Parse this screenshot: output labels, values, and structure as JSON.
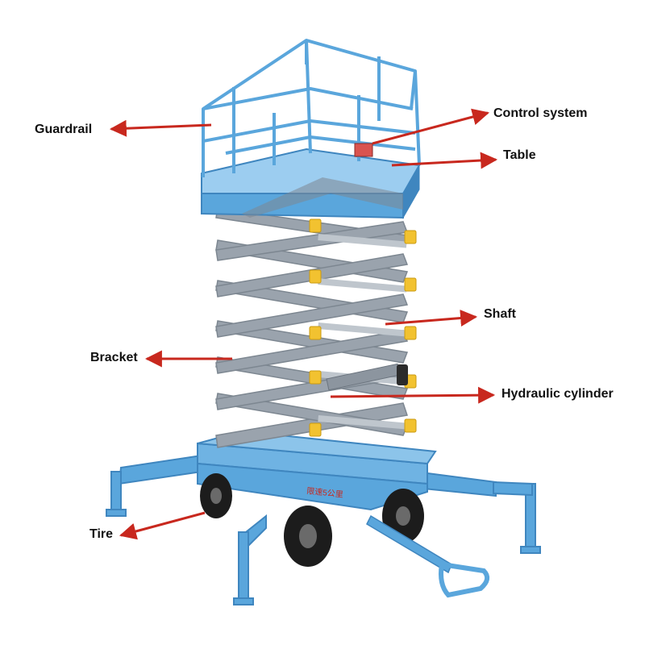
{
  "colors": {
    "frame_blue": "#5aa6dc",
    "frame_blue_dark": "#3f86bf",
    "scissor_gray": "#9aa3ad",
    "scissor_gray_dark": "#7d8791",
    "end_cap_yellow": "#f2c230",
    "tire_black": "#1c1c1c",
    "arrow_red": "#c8281e"
  },
  "labels": {
    "guardrail": "Guardrail",
    "control_system": "Control system",
    "table": "Table",
    "shaft": "Shaft",
    "bracket": "Bracket",
    "hydraulic_cylinder": "Hydraulic cylinder",
    "tire": "Tire"
  },
  "chassis_sign": "限速5公里"
}
